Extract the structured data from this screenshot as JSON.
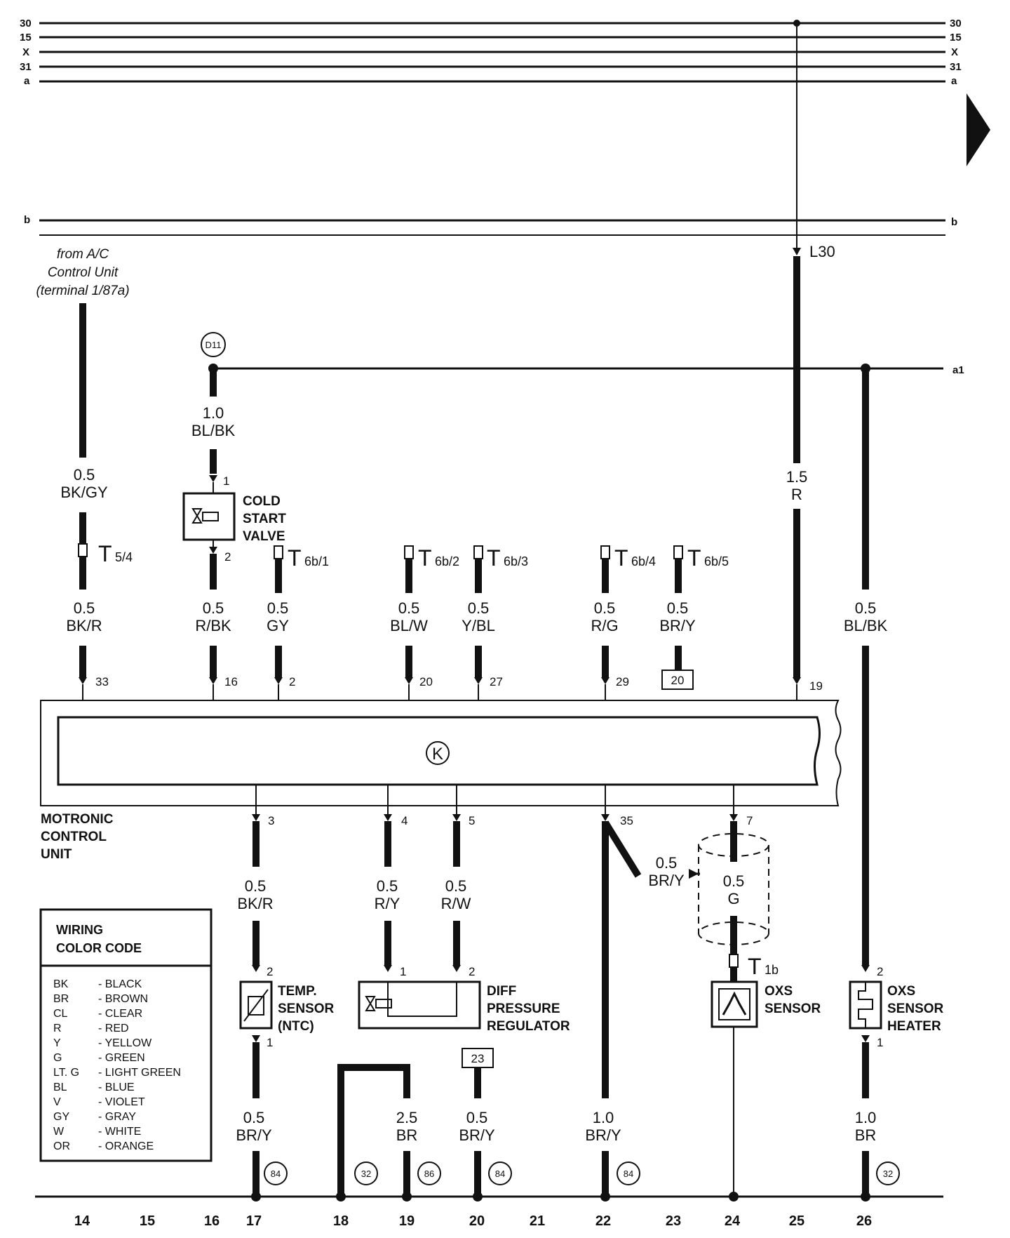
{
  "buses": {
    "top": [
      "30",
      "15",
      "X",
      "31",
      "a"
    ],
    "b": "b",
    "a1": "a1",
    "L30": "L30"
  },
  "source_note": [
    "from A/C",
    "Control Unit",
    "(terminal 1/87a)"
  ],
  "node_D11": "D11",
  "ecu": {
    "name": [
      "MOTRONIC",
      "CONTROL",
      "UNIT"
    ],
    "symbol": "K",
    "top_pins": [
      "33",
      "16",
      "2",
      "20",
      "27",
      "29",
      "19"
    ],
    "bottom_pins": [
      "3",
      "4",
      "5",
      "35",
      "7"
    ]
  },
  "connector_box_20": "20",
  "connector_box_23": "23",
  "connectors": {
    "t54": {
      "base": "T",
      "sub": "5/4"
    },
    "t6b1": {
      "base": "T",
      "sub": "6b/1"
    },
    "t6b2": {
      "base": "T",
      "sub": "6b/2"
    },
    "t6b3": {
      "base": "T",
      "sub": "6b/3"
    },
    "t6b4": {
      "base": "T",
      "sub": "6b/4"
    },
    "t6b5": {
      "base": "T",
      "sub": "6b/5"
    },
    "t1b": {
      "base": "T",
      "sub": "1b"
    }
  },
  "wires": {
    "w_bkgy": [
      "0.5",
      "BK/GY"
    ],
    "w_bkr_top": [
      "0.5",
      "BK/R"
    ],
    "w_blbk_1": [
      "1.0",
      "BL/BK"
    ],
    "w_rbk": [
      "0.5",
      "R/BK"
    ],
    "w_gy": [
      "0.5",
      "GY"
    ],
    "w_blw": [
      "0.5",
      "BL/W"
    ],
    "w_ybl": [
      "0.5",
      "Y/BL"
    ],
    "w_rg": [
      "0.5",
      "R/G"
    ],
    "w_bry_top": [
      "0.5",
      "BR/Y"
    ],
    "w_15r": [
      "1.5",
      "R"
    ],
    "w_blbk_05": [
      "0.5",
      "BL/BK"
    ],
    "w_bkr_bot": [
      "0.5",
      "BK/R"
    ],
    "w_ry": [
      "0.5",
      "R/Y"
    ],
    "w_rw": [
      "0.5",
      "R/W"
    ],
    "w_bry_shield": [
      "0.5",
      "BR/Y"
    ],
    "w_g": [
      "0.5",
      "G"
    ],
    "w_bry_17": [
      "0.5",
      "BR/Y"
    ],
    "w_br_19": [
      "2.5",
      "BR"
    ],
    "w_bry_20": [
      "0.5",
      "BR/Y"
    ],
    "w_bry_22": [
      "1.0",
      "BR/Y"
    ],
    "w_br_26": [
      "1.0",
      "BR"
    ]
  },
  "components": {
    "cold_start": [
      "COLD",
      "START",
      "VALVE"
    ],
    "temp_sensor": [
      "TEMP.",
      "SENSOR",
      "(NTC)"
    ],
    "diff_pressure": [
      "DIFF",
      "PRESSURE",
      "REGULATOR"
    ],
    "oxs_sensor": [
      "OXS",
      "SENSOR"
    ],
    "oxs_heater": [
      "OXS",
      "SENSOR",
      "HEATER"
    ]
  },
  "component_pins": {
    "cold_start_1": "1",
    "cold_start_2": "2",
    "temp_2": "2",
    "temp_1": "1",
    "diff_1": "1",
    "diff_2": "2",
    "heater_2": "2",
    "heater_1": "1"
  },
  "ground_refs": [
    "84",
    "32",
    "86",
    "84",
    "84",
    "32"
  ],
  "legend": {
    "title": [
      "WIRING",
      "COLOR  CODE"
    ],
    "entries": [
      {
        "code": "BK",
        "name": "- BLACK"
      },
      {
        "code": "BR",
        "name": "- BROWN"
      },
      {
        "code": "CL",
        "name": "- CLEAR"
      },
      {
        "code": "R",
        "name": "- RED"
      },
      {
        "code": "Y",
        "name": "- YELLOW"
      },
      {
        "code": "G",
        "name": "- GREEN"
      },
      {
        "code": "LT. G",
        "name": "- LIGHT GREEN"
      },
      {
        "code": "BL",
        "name": "- BLUE"
      },
      {
        "code": "V",
        "name": "- VIOLET"
      },
      {
        "code": "GY",
        "name": "- GRAY"
      },
      {
        "code": "W",
        "name": "- WHITE"
      },
      {
        "code": "OR",
        "name": "- ORANGE"
      }
    ]
  },
  "columns": [
    "14",
    "15",
    "16",
    "17",
    "18",
    "19",
    "20",
    "21",
    "22",
    "23",
    "24",
    "25",
    "26"
  ]
}
